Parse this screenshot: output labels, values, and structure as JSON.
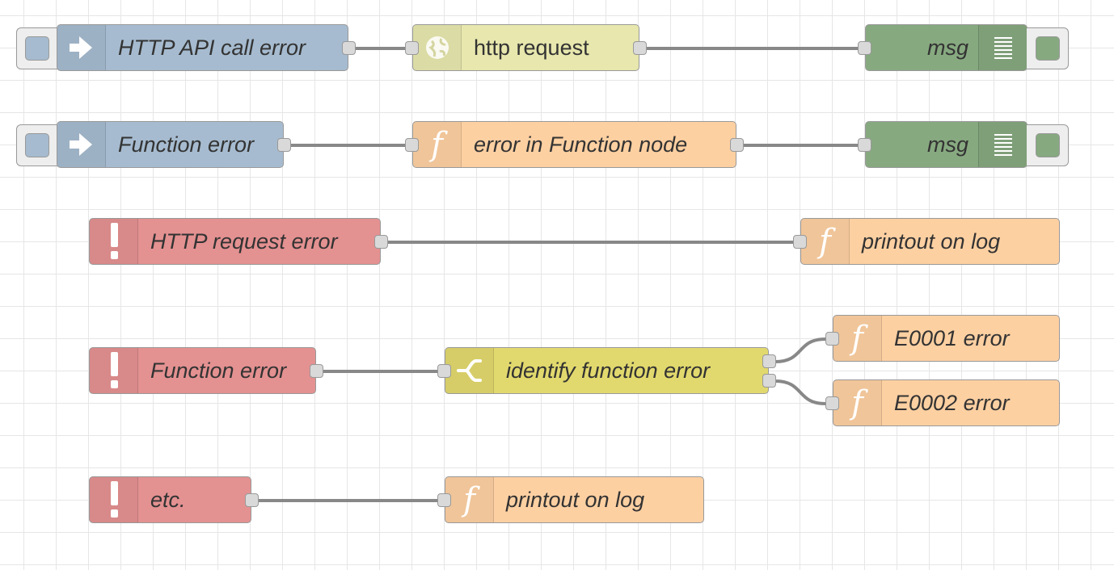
{
  "nodes": {
    "catch_http": {
      "label": "HTTP API call error",
      "icon": "link-in-arrow-icon",
      "color": "#a6bbcf"
    },
    "http_request": {
      "label": "http request",
      "icon": "globe-icon",
      "color": "#e7e7ae"
    },
    "debug_msg_1": {
      "label": "msg",
      "icon": "debug-list-icon",
      "color": "#87a980"
    },
    "catch_function": {
      "label": "Function error",
      "icon": "link-in-arrow-icon",
      "color": "#a6bbcf"
    },
    "error_function": {
      "label": "error in Function node",
      "icon": "function-icon",
      "color": "#fdd0a2"
    },
    "debug_msg_2": {
      "label": "msg",
      "icon": "debug-list-icon",
      "color": "#87a980"
    },
    "http_request_error": {
      "label": "HTTP request error",
      "icon": "exclamation-icon",
      "color": "#e49191"
    },
    "printout_log_1": {
      "label": "printout on log",
      "icon": "function-icon",
      "color": "#fdd0a2"
    },
    "function_error": {
      "label": "Function error",
      "icon": "exclamation-icon",
      "color": "#e49191"
    },
    "identify_switch": {
      "label": "identify function error",
      "icon": "switch-icon",
      "color": "#e2d96e"
    },
    "e0001": {
      "label": "E0001 error",
      "icon": "function-icon",
      "color": "#fdd0a2"
    },
    "e0002": {
      "label": "E0002 error",
      "icon": "function-icon",
      "color": "#fdd0a2"
    },
    "etc": {
      "label": "etc.",
      "icon": "exclamation-icon",
      "color": "#e49191"
    },
    "printout_log_2": {
      "label": "printout on log",
      "icon": "function-icon",
      "color": "#fdd0a2"
    }
  },
  "wires": [
    [
      "catch_http",
      "http_request"
    ],
    [
      "http_request",
      "debug_msg_1"
    ],
    [
      "catch_function",
      "error_function"
    ],
    [
      "error_function",
      "debug_msg_2"
    ],
    [
      "http_request_error",
      "printout_log_1"
    ],
    [
      "function_error",
      "identify_switch"
    ],
    [
      "identify_switch",
      "e0001"
    ],
    [
      "identify_switch",
      "e0002"
    ],
    [
      "etc",
      "printout_log_2"
    ]
  ]
}
